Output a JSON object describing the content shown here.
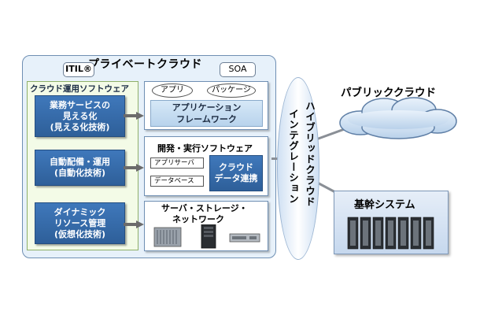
{
  "private_cloud": {
    "title": "プライベートクラウド",
    "itil": "ITIL®",
    "soa": "SOA",
    "software_panel": {
      "title": "クラウド運用ソフトウェア",
      "boxes": [
        {
          "lines": [
            "業務サービスの",
            "見える化",
            "(見える化技術)"
          ]
        },
        {
          "lines": [
            "自動配備・運用",
            "(自動化技術)"
          ]
        },
        {
          "lines": [
            "ダイナミック",
            "リソース管理",
            "(仮想化技術)"
          ]
        }
      ]
    },
    "app_panel": {
      "chips": [
        "アプリ",
        "パッケージ"
      ],
      "framework": [
        "アプリケーション",
        "フレームワーク"
      ]
    },
    "dev_panel": {
      "title": "開発・実行ソフトウェア",
      "items": [
        "アプリサーバ",
        "データベース"
      ],
      "cloud_data": [
        "クラウド",
        "データ連携"
      ]
    },
    "infra_panel": {
      "title": [
        "サーバ・ストレージ・",
        "ネットワーク"
      ]
    }
  },
  "hybrid": {
    "line1": "ハイブリッドクラウド",
    "line2": "インテグレーション"
  },
  "public_cloud": {
    "title": "パブリッククラウド"
  },
  "core_system": {
    "title": "基幹システム"
  },
  "colors": {
    "accent_blue": "#2e5f99",
    "panel_border": "#6f8fb3",
    "private_bg": "#e7f1fa",
    "software_bg": "#f3fbe7"
  }
}
